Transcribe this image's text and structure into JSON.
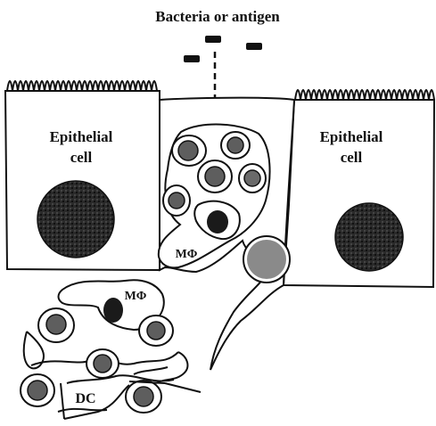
{
  "title": "Bacteria or antigen",
  "labels": {
    "epithelial_left_line1": "Epithelial",
    "epithelial_left_line2": "cell",
    "epithelial_right_line1": "Epithelial",
    "epithelial_right_line2": "cell",
    "macrophage_upper": "MΦ",
    "macrophage_lower": "MΦ",
    "dendritic_cell": "DC"
  },
  "colors": {
    "outline": "#111111",
    "nucleus_dark": "#1a1a1a",
    "nucleus_grey": "#5e5e5e",
    "nucleus_light": "#8a8a8a",
    "antigen": "#111111"
  }
}
